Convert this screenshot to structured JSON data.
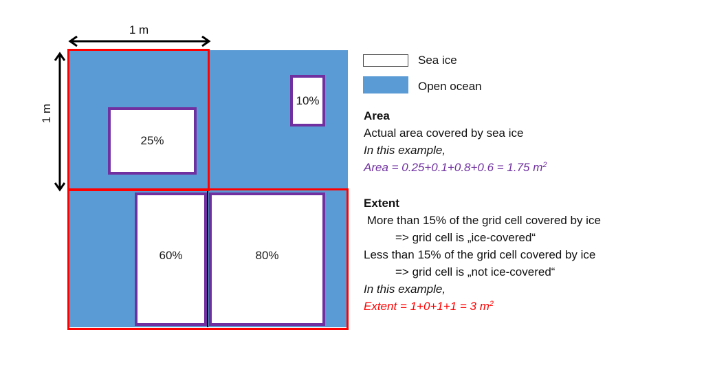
{
  "dimensions": {
    "horizontal_label": "1 m",
    "vertical_label": "1 m"
  },
  "grid_cells": [
    {
      "position": "top-left",
      "ice_percent": "25%",
      "extent_contribution": 1
    },
    {
      "position": "top-right",
      "ice_percent": "10%",
      "extent_contribution": 0
    },
    {
      "position": "bottom-left",
      "ice_percent": "60%",
      "extent_contribution": 1
    },
    {
      "position": "bottom-right",
      "ice_percent": "80%",
      "extent_contribution": 1
    }
  ],
  "legend": {
    "sea_ice": "Sea ice",
    "open_ocean": "Open ocean"
  },
  "area": {
    "heading": "Area",
    "description": "Actual area covered by sea ice",
    "example_intro": "In this example,",
    "formula": "Area = 0.25+0.1+0.8+0.6 = 1.75 m",
    "formula_sup": "2"
  },
  "extent": {
    "heading": "Extent",
    "line1": " More than 15% of the grid cell covered by ice",
    "line2": "=> grid cell is „ice-covered“",
    "line3": "Less than 15% of the grid cell covered by ice",
    "line4": "=> grid cell is „not ice-covered“",
    "example_intro": "In this example,",
    "formula": "Extent = 1+0+1+1 = 3 m",
    "formula_sup": "2"
  },
  "colors": {
    "ocean": "#5b9bd5",
    "ice_border": "#7030a0",
    "extent_border": "#ff0000",
    "area_text": "#7030a0",
    "extent_text": "#ff0000"
  }
}
